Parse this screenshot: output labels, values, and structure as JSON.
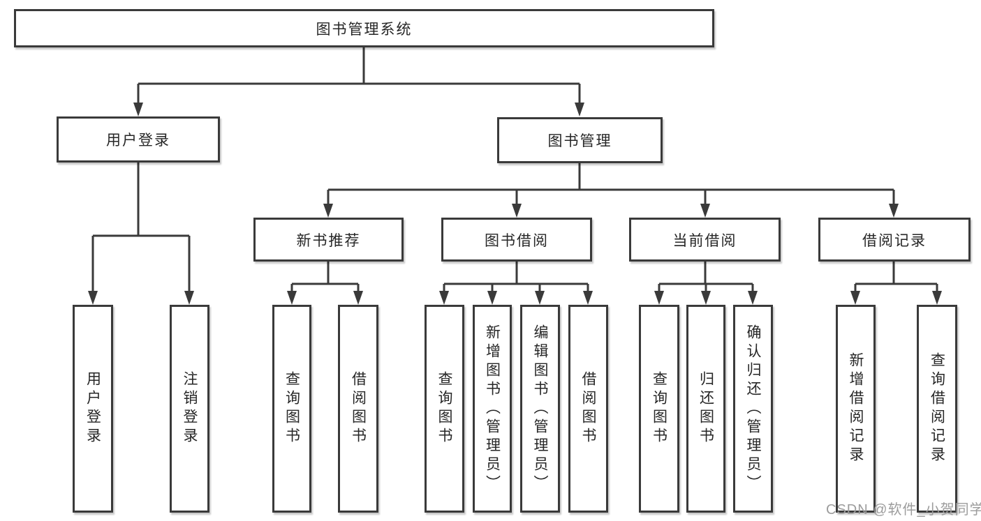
{
  "tree": {
    "label": "图书管理系统",
    "children": [
      {
        "label": "用户登录",
        "children": [
          {
            "label": "用户登录"
          },
          {
            "label": "注销登录"
          }
        ]
      },
      {
        "label": "图书管理",
        "children": [
          {
            "label": "新书推荐",
            "children": [
              {
                "label": "查询图书"
              },
              {
                "label": "借阅图书"
              }
            ]
          },
          {
            "label": "图书借阅",
            "children": [
              {
                "label": "查询图书"
              },
              {
                "label": "新增图书（管理员）"
              },
              {
                "label": "编辑图书（管理员）"
              },
              {
                "label": "借阅图书"
              }
            ]
          },
          {
            "label": "当前借阅",
            "children": [
              {
                "label": "查询图书"
              },
              {
                "label": "归还图书"
              },
              {
                "label": "确认归还（管理员）"
              }
            ]
          },
          {
            "label": "借阅记录",
            "children": [
              {
                "label": "新增借阅记录"
              },
              {
                "label": "查询借阅记录"
              }
            ]
          }
        ]
      }
    ]
  },
  "watermark": {
    "text": "CSDN @软件_小贺同学"
  },
  "colors": {
    "line": "#3a3a3a",
    "text": "#262626",
    "watermark": "#9c9c9c",
    "background": "#ffffff"
  }
}
